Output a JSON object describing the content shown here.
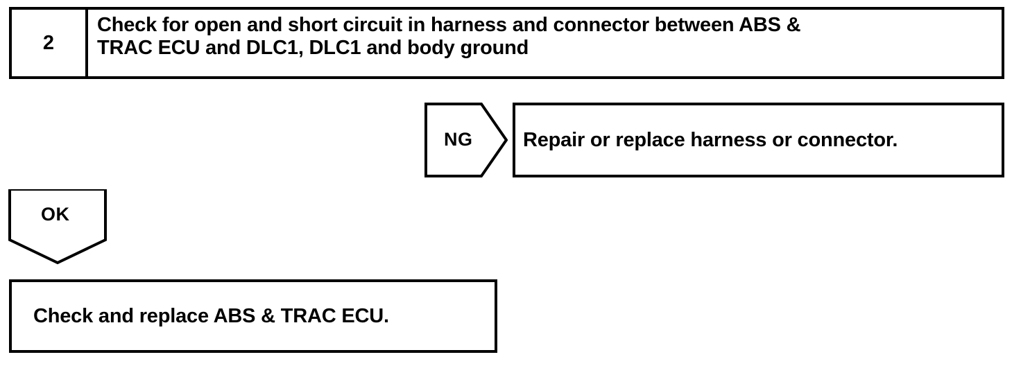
{
  "document": {
    "type": "diagnostic-flow-chart",
    "ink_color": "#000000",
    "background_color": "#ffffff"
  },
  "step": {
    "number": "2",
    "instruction": "Check for open and short circuit in harness and connector between ABS &\nTRAC ECU and DLC1, DLC1 and body ground"
  },
  "branches": {
    "ng": {
      "label": "NG",
      "shape": "right-pointing-pentagon-arrow",
      "result": "Repair or replace harness or connector."
    },
    "ok": {
      "label": "OK",
      "shape": "down-pointing-pentagon-arrow",
      "result": "Check and replace ABS & TRAC ECU."
    }
  }
}
